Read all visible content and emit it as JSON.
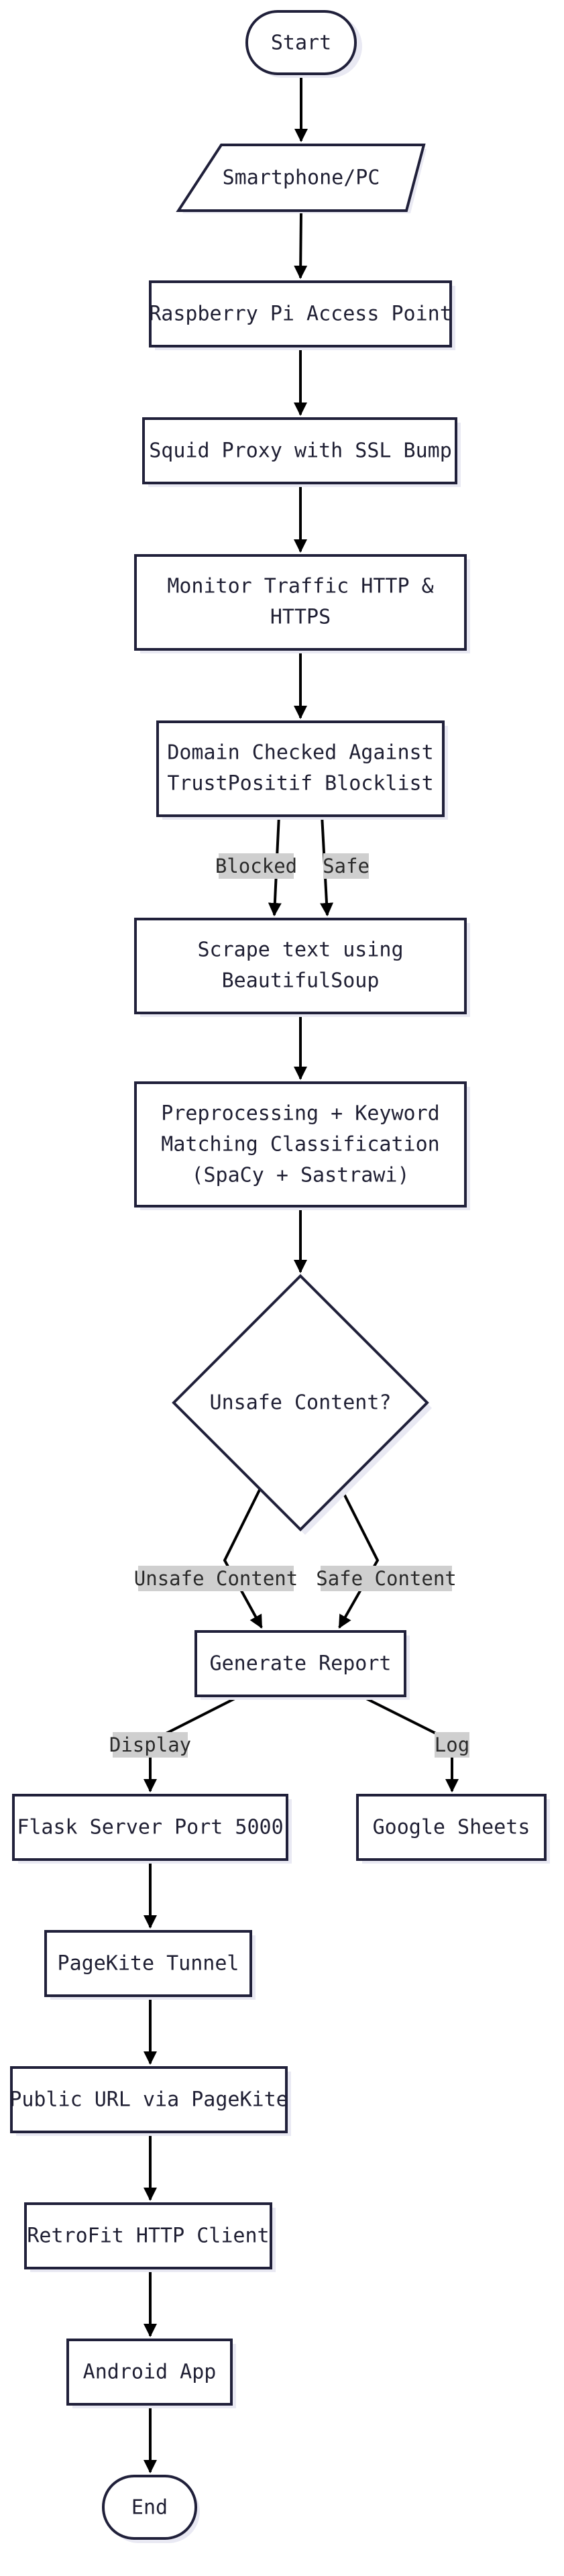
{
  "nodes": {
    "start": "Start",
    "device": "Smartphone/PC",
    "access_point": "Raspberry Pi Access Point",
    "squid": "Squid Proxy with SSL Bump",
    "monitor": [
      "Monitor Traffic HTTP &",
      "HTTPS"
    ],
    "domain_check": [
      "Domain Checked Against",
      "TrustPositif Blocklist"
    ],
    "scrape": [
      "Scrape text using",
      "BeautifulSoup"
    ],
    "preprocess": [
      "Preprocessing + Keyword",
      "Matching Classification",
      "(SpaCy + Sastrawi)"
    ],
    "decision": "Unsafe Content?",
    "report": "Generate Report",
    "flask": "Flask Server Port 5000",
    "sheets": "Google Sheets",
    "pagekite": "PageKite Tunnel",
    "public_url": "Public URL via PageKite",
    "retrofit": "RetroFit HTTP Client",
    "android": "Android App",
    "end": "End"
  },
  "edge_labels": {
    "blocked": "Blocked",
    "safe": "Safe",
    "unsafe_content": "Unsafe Content",
    "safe_content": "Safe Content",
    "display": "Display",
    "log": "Log"
  }
}
